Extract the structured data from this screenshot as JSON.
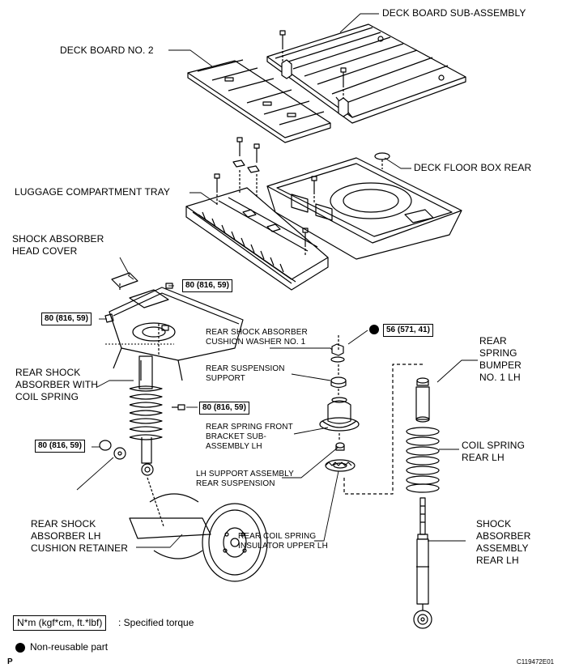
{
  "labels": {
    "deck_board_sub": "DECK BOARD SUB-ASSEMBLY",
    "deck_board_no2": "DECK BOARD NO. 2",
    "deck_floor_box_rear": "DECK FLOOR BOX REAR",
    "luggage_tray": "LUGGAGE COMPARTMENT TRAY",
    "shock_head_cover": "SHOCK ABSORBER\nHEAD COVER",
    "rear_shock_coil": "REAR SHOCK\nABSORBER WITH\nCOIL SPRING",
    "cushion_washer": "REAR SHOCK ABSORBER\nCUSHION WASHER NO. 1",
    "rear_susp_support": "REAR SUSPENSION\nSUPPORT",
    "front_bracket": "REAR SPRING FRONT\nBRACKET SUB-\nASSEMBLY LH",
    "lh_support": "LH SUPPORT ASSEMBLY\nREAR SUSPENSION",
    "coil_insulator": "REAR COIL SPRING\nINSULATOR UPPER LH",
    "cushion_retainer": "REAR SHOCK\nABSORBER LH\nCUSHION RETAINER",
    "spring_bumper": "REAR\nSPRING\nBUMPER\nNO. 1 LH",
    "coil_spring_rear": "COIL SPRING\nREAR LH",
    "shock_assembly": "SHOCK\nABSORBER\nASSEMBLY\nREAR LH"
  },
  "torques": {
    "t1": "80 (816, 59)",
    "t2": "80 (816, 59)",
    "t3": "80 (816, 59)",
    "t4": "80 (816, 59)",
    "t5": "56 (571, 41)"
  },
  "legend": {
    "torque_unit": "N*m (kgf*cm, ft.*lbf)",
    "torque_text": ": Specified torque",
    "nonreusable_text": "Non-reusable part"
  },
  "footer": {
    "code": "C119472E01",
    "page_mark": "P"
  }
}
